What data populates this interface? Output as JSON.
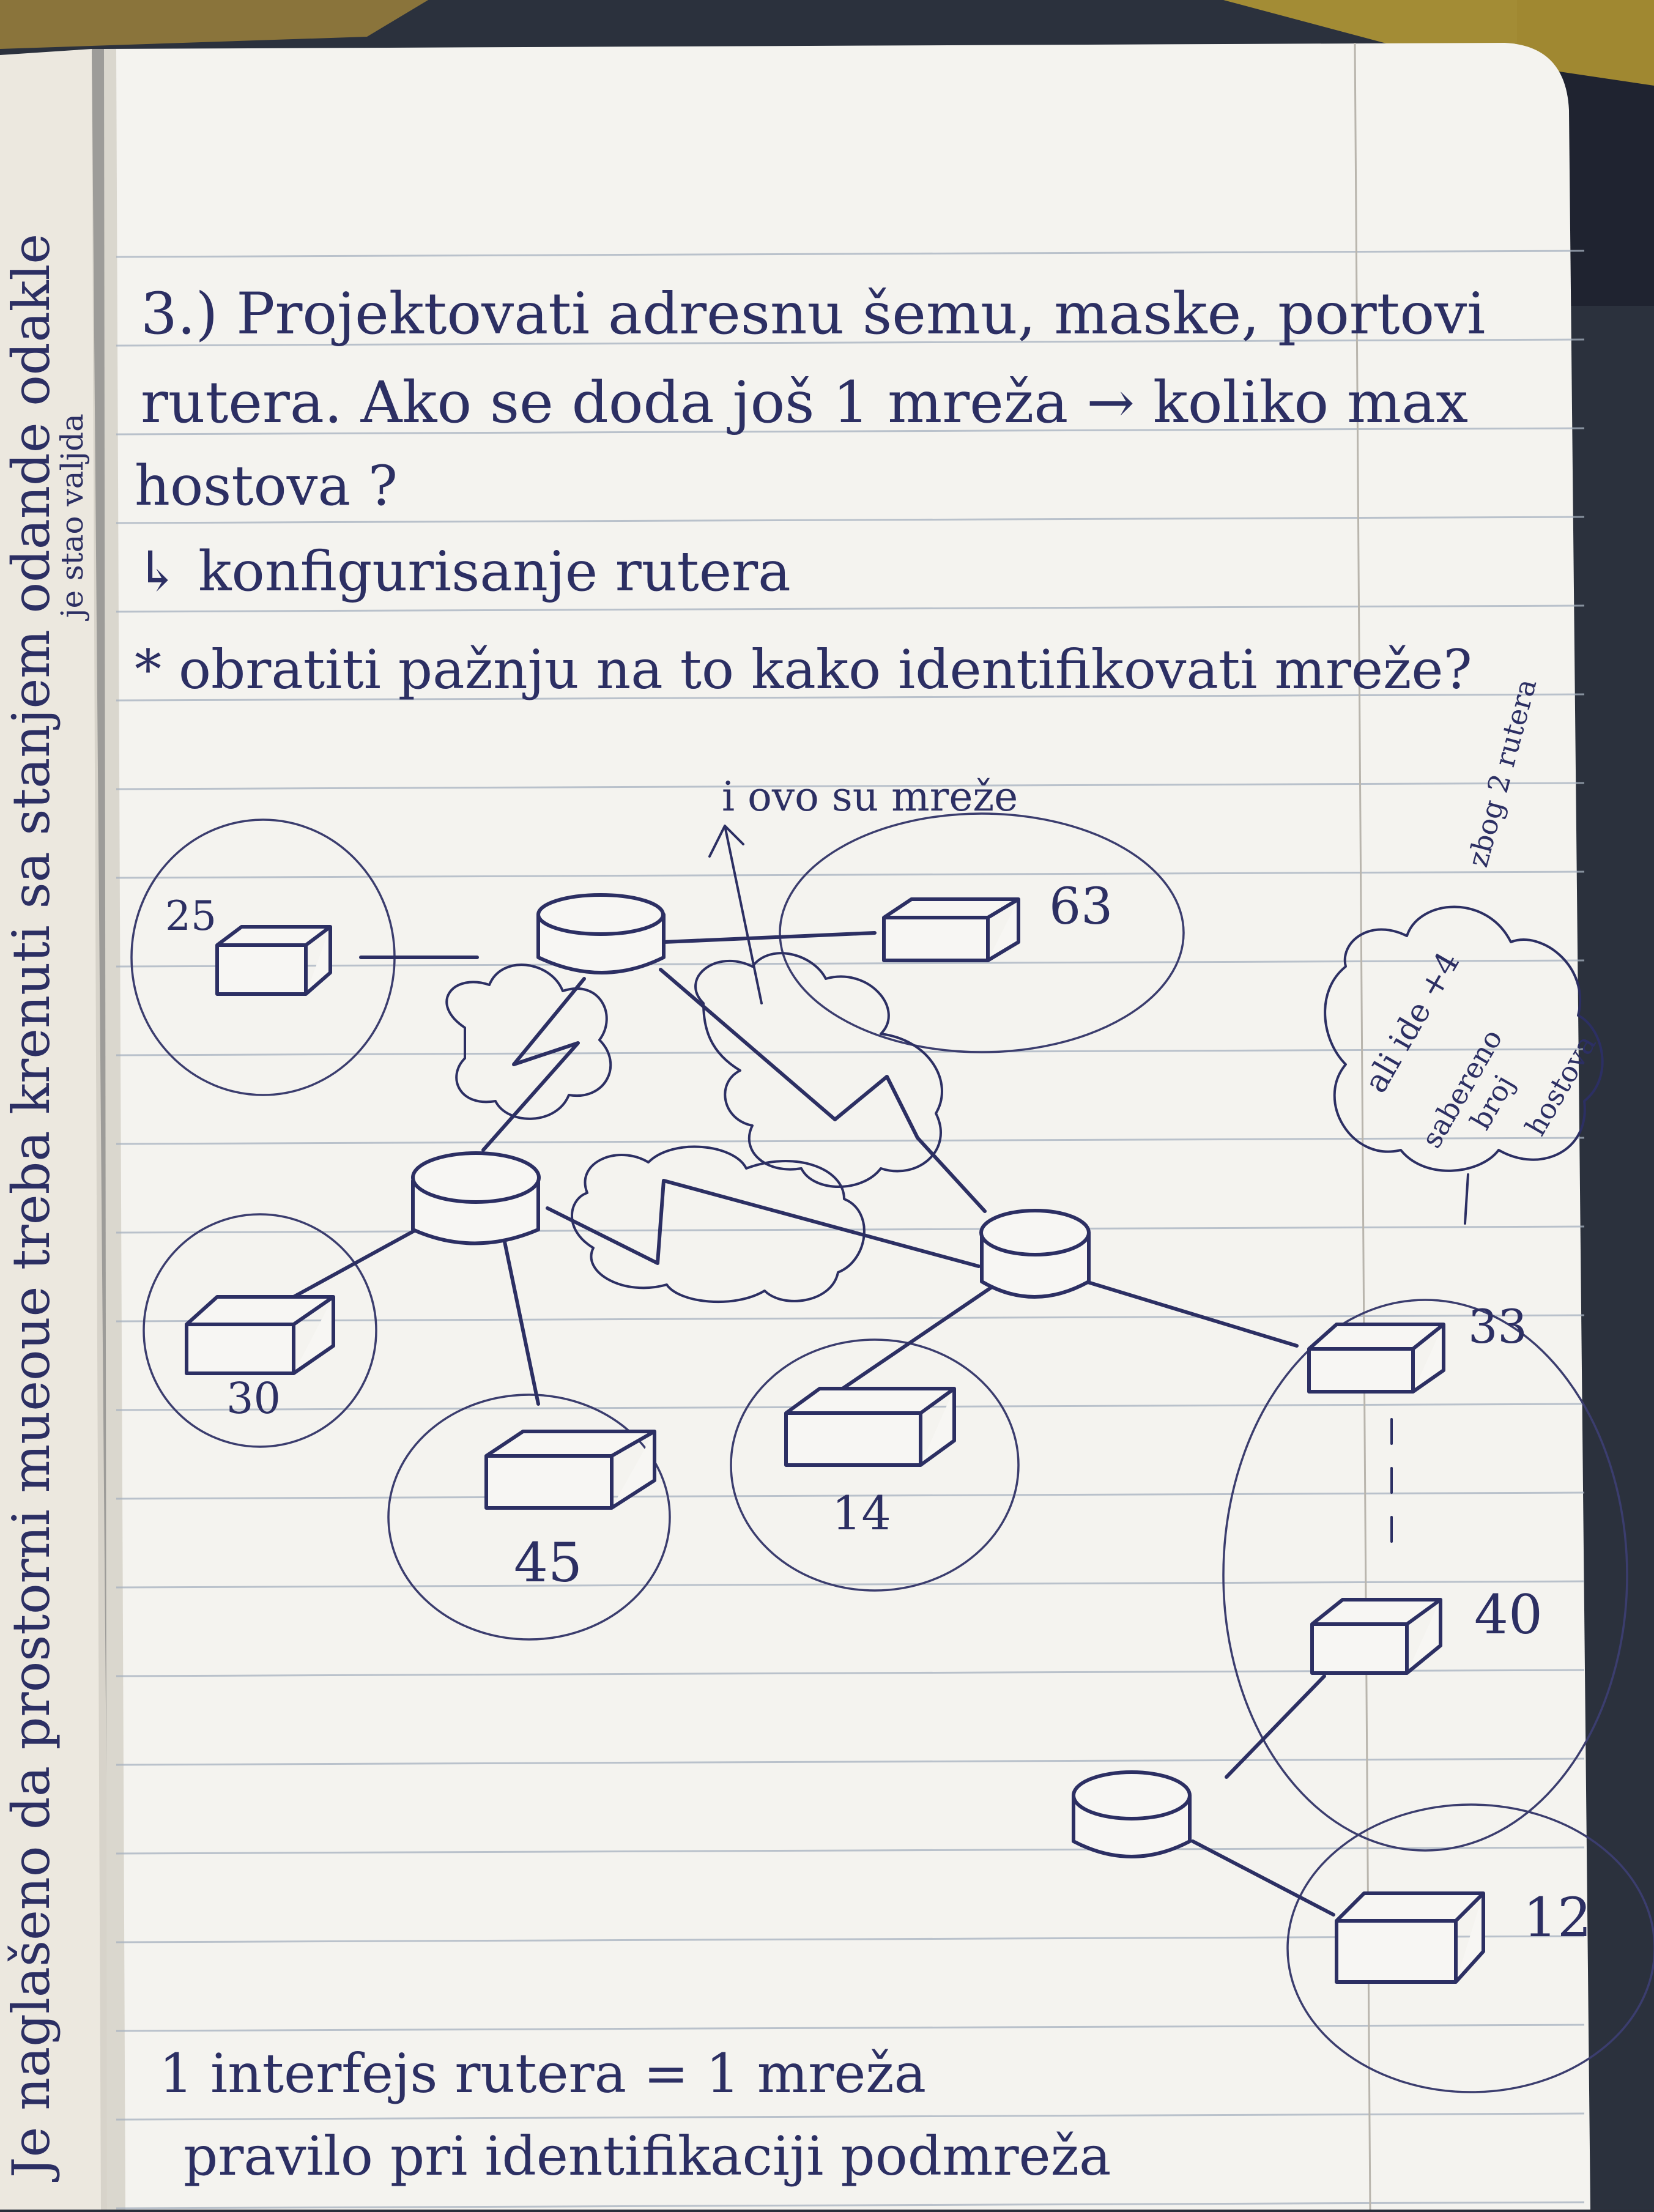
{
  "side_margin_note": {
    "line1": "Je naglašeno da prostorni mueoue treba krenuti sa stanjem odande odakle",
    "line2": "je stao valjda"
  },
  "heading": {
    "line1": "3.) Projektovati adresnu šemu, maske, portovi",
    "line2": "rutera. Ako se doda još 1 mreža → koliko max",
    "line3": "hostova ?",
    "line4": "↳ konfigurisanje rutera",
    "line5": "* obratiti pažnju na to kako identifikovati mreže?"
  },
  "diagram": {
    "annotation_top": "i ovo su mreže",
    "cloud_note": [
      "ali ide +4",
      "zbog 2 rutera",
      "sabereno",
      "broj",
      "hostova"
    ],
    "networks": [
      {
        "id": "n25",
        "hosts": "25"
      },
      {
        "id": "n63",
        "hosts": "63"
      },
      {
        "id": "n30",
        "hosts": "30"
      },
      {
        "id": "n45",
        "hosts": "45"
      },
      {
        "id": "n14",
        "hosts": "14"
      },
      {
        "id": "n33",
        "hosts": "33"
      },
      {
        "id": "n40",
        "hosts": "40"
      },
      {
        "id": "n12",
        "hosts": "12"
      }
    ]
  },
  "footer": {
    "line1": "1 interfejs rutera = 1 mreža",
    "line2": "pravilo pri identifikaciji podmreža"
  }
}
